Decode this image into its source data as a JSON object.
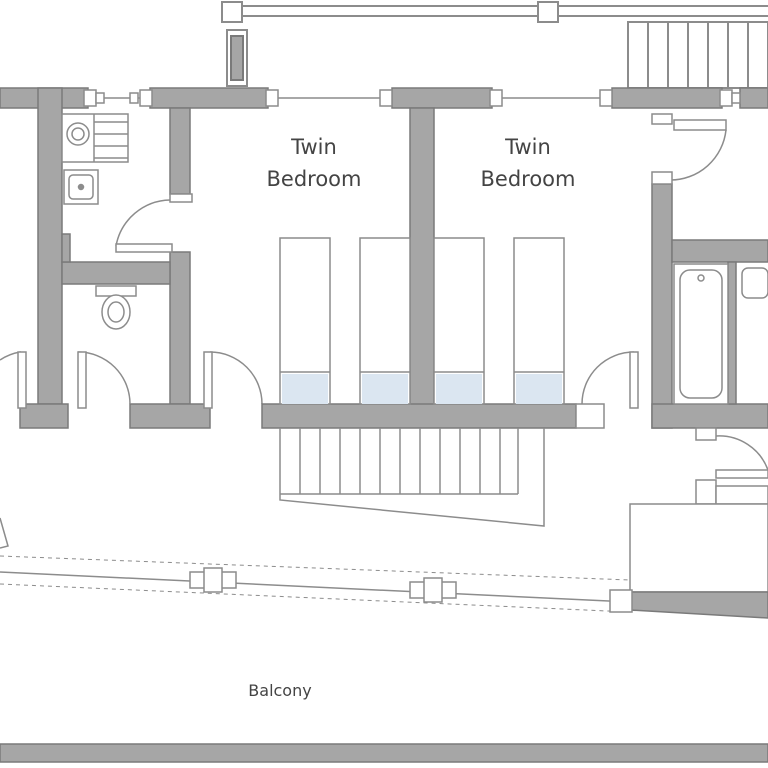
{
  "colors": {
    "wall_fill": "#a6a6a6",
    "wall_stroke": "#7a7a7a",
    "line": "#8c8c8c",
    "pillow": "#dbe6f1",
    "text": "#444444",
    "background": "#ffffff"
  },
  "rooms": {
    "twin_bedroom_left": {
      "line1": "Twin",
      "line2": "Bedroom"
    },
    "twin_bedroom_right": {
      "line1": "Twin",
      "line2": "Bedroom"
    },
    "balcony": {
      "label": "Balcony"
    }
  },
  "icons": [
    "shower-icon",
    "sink-icon",
    "toilet-icon",
    "bathtub-icon",
    "stairs-icon",
    "bed-icon",
    "door-icon",
    "window-icon"
  ]
}
